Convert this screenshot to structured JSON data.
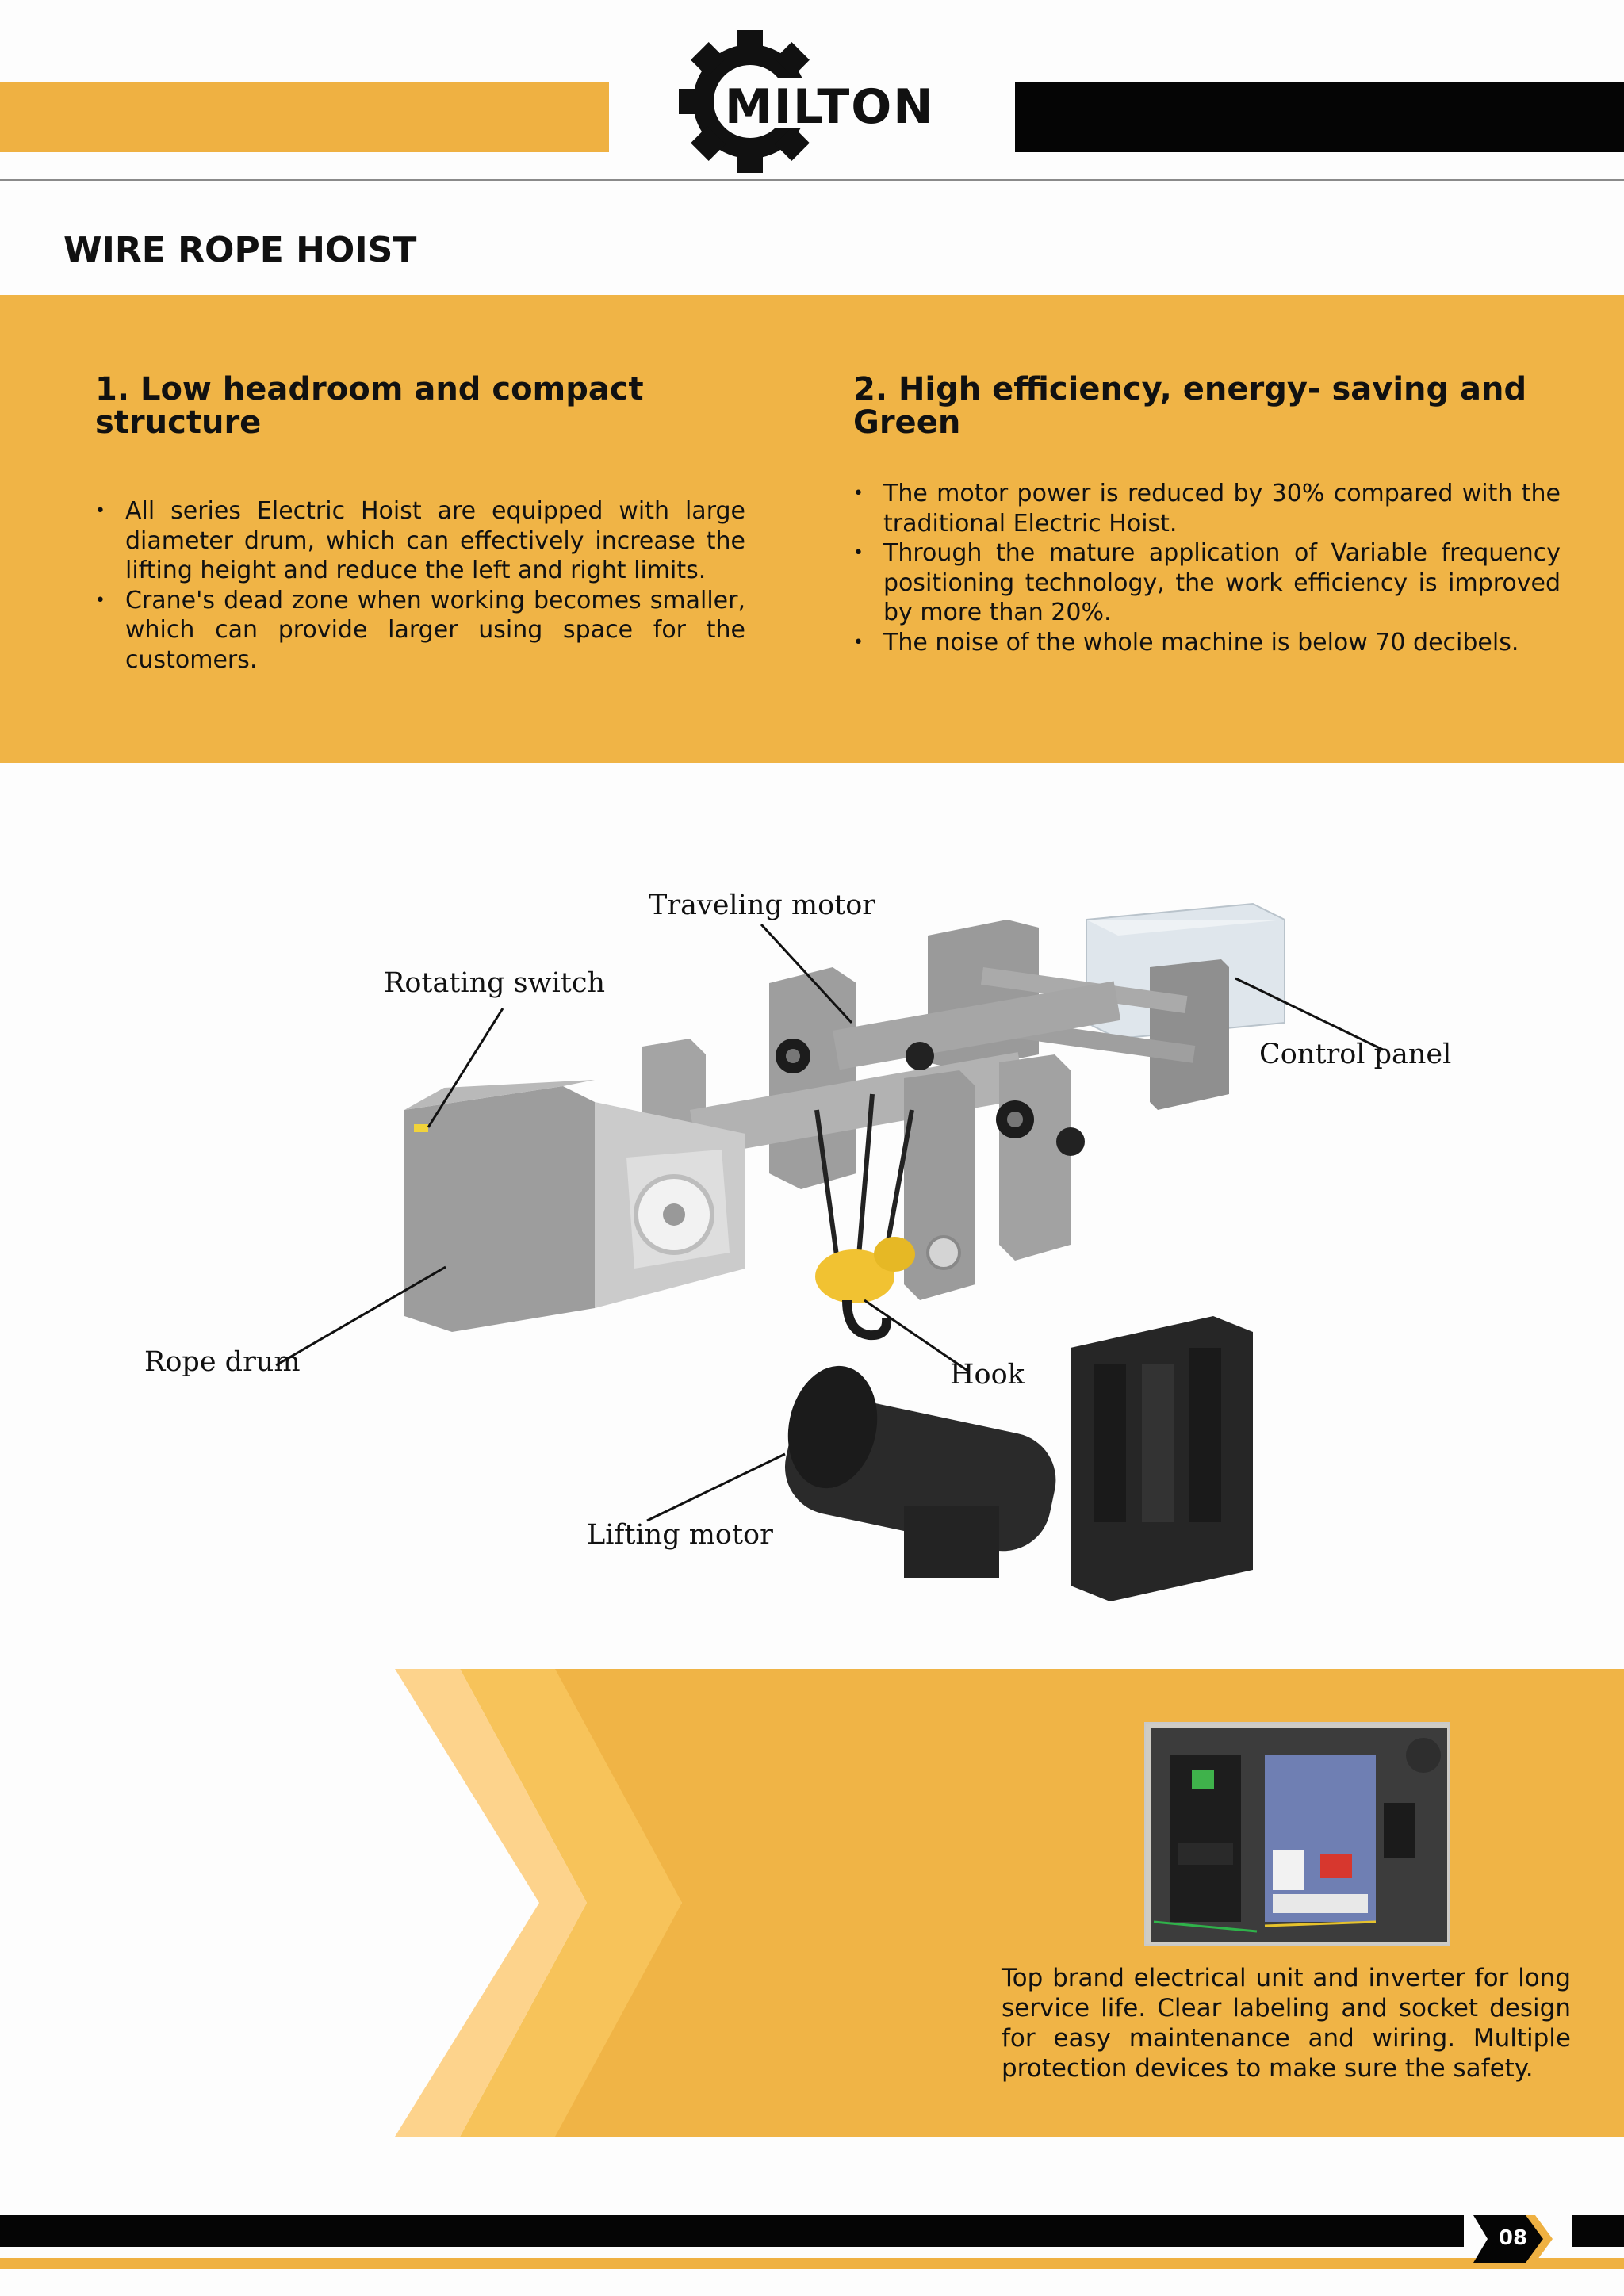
{
  "brand": {
    "name": "MILTON"
  },
  "page": {
    "title": "WIRE ROPE HOIST",
    "number": "08"
  },
  "features": [
    {
      "heading": "1. Low headroom and compact structure",
      "bullets": [
        "All series Electric Hoist are equipped with large diameter drum, which can effectively increase the lifting height and reduce the left and right limits.",
        "Crane's dead zone when working becomes smaller, which can provide larger using space for the customers."
      ]
    },
    {
      "heading": "2. High efficiency, energy- saving and Green",
      "bullets": [
        "The motor power is reduced by 30% compared with the traditional Electric Hoist.",
        "Through the mature application of Variable frequency positioning technology, the work efficiency is improved by more than 20%.",
        "The noise of the whole machine is below 70 decibels."
      ]
    }
  ],
  "diagram": {
    "labels": {
      "traveling_motor": "Traveling motor",
      "rotating_switch": "Rotating switch",
      "control_panel": "Control panel",
      "rope_drum": "Rope drum",
      "hook": "Hook",
      "lifting_motor": "Lifting motor"
    }
  },
  "electrical": {
    "description": "Top brand electrical unit and inverter for long service life. Clear labeling and socket design for easy maintenance and wiring. Multiple protection devices to make sure the safety."
  },
  "colors": {
    "accent": "#efb142",
    "band": "#f0b446",
    "dark": "#050505"
  }
}
